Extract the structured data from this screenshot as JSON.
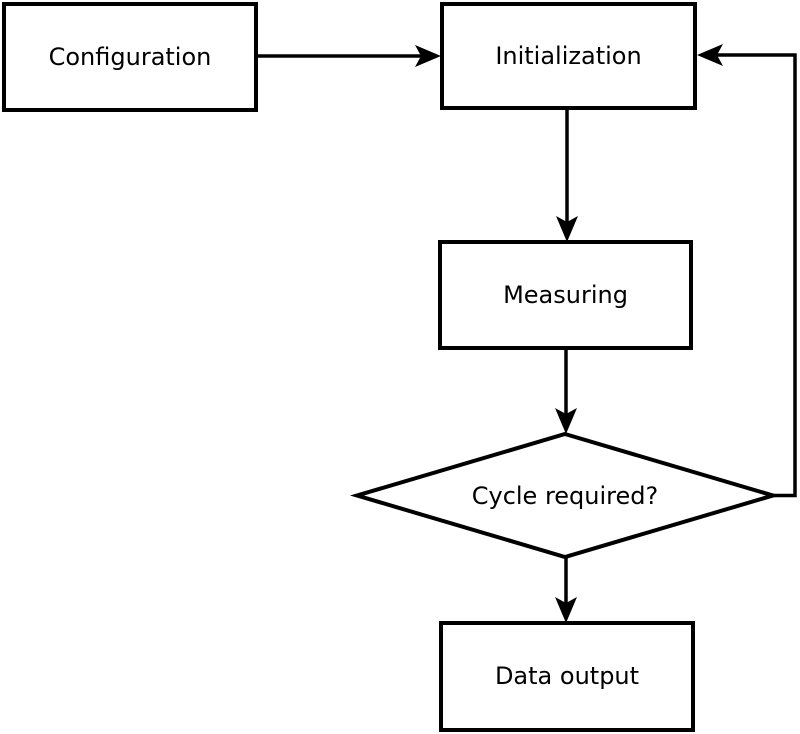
{
  "diagram": {
    "background_color": "#ffffff",
    "stroke_color": "#000000",
    "text_color": "#000000",
    "nodes": [
      {
        "id": "configuration",
        "shape": "rectangle",
        "label": "Configuration"
      },
      {
        "id": "initialization",
        "shape": "rectangle",
        "label": "Initialization"
      },
      {
        "id": "measuring",
        "shape": "rectangle",
        "label": "Measuring"
      },
      {
        "id": "cycle_required",
        "shape": "diamond",
        "label": "Cycle required?"
      },
      {
        "id": "data_output",
        "shape": "rectangle",
        "label": "Data output"
      }
    ],
    "edges": [
      {
        "from": "configuration",
        "to": "initialization",
        "style": "arrow",
        "route": "horizontal"
      },
      {
        "from": "initialization",
        "to": "measuring",
        "style": "arrow",
        "route": "vertical"
      },
      {
        "from": "measuring",
        "to": "cycle_required",
        "style": "arrow",
        "route": "vertical"
      },
      {
        "from": "cycle_required",
        "to": "data_output",
        "style": "arrow",
        "route": "vertical"
      },
      {
        "from": "cycle_required",
        "to": "initialization",
        "style": "arrow",
        "route": "right-side-loop"
      }
    ]
  }
}
